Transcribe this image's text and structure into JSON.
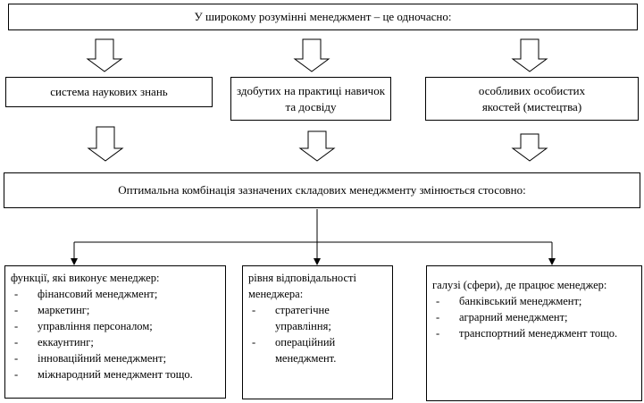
{
  "title": "У широкому розумінні менеджмент – це одночасно:",
  "components": [
    "система наукових знань",
    "здобутих на практиці навичок та досвіду",
    "особливих особистих якостей (мистецтва)"
  ],
  "combination": "Оптимальна комбінація зазначених складових менеджменту змінюється стосовно:",
  "categories": [
    {
      "heading": "функції, які виконує менеджер:",
      "items": [
        "фінансовий менеджмент;",
        "маркетинг;",
        "управління персоналом;",
        "еккаунтинг;",
        "інноваційний менеджмент;",
        "міжнародний менеджмент тощо."
      ]
    },
    {
      "heading": "рівня відповідальності менеджера:",
      "items": [
        "стратегічне управління;",
        "операційний менеджмент."
      ]
    },
    {
      "heading": "галузі (сфери), де працює менеджер:",
      "items": [
        "банківський менеджмент;",
        "аграрний менеджмент;",
        "транспортний менеджмент тощо."
      ]
    }
  ]
}
